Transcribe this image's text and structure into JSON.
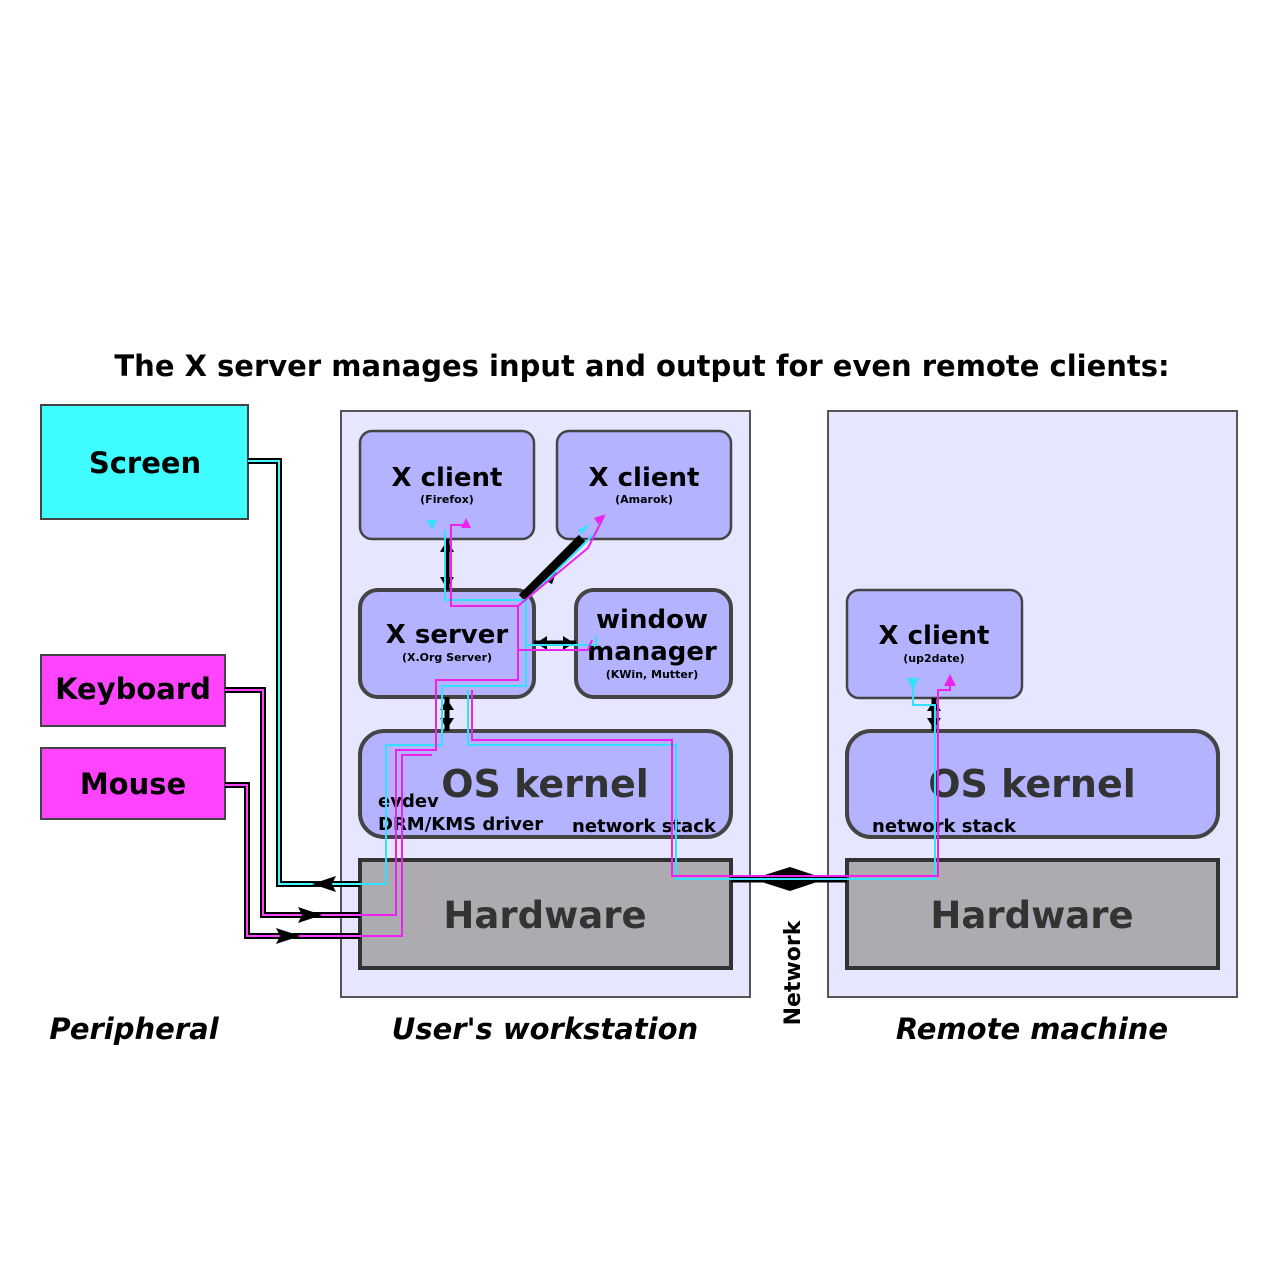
{
  "title": "The X server manages input and output for even remote clients:",
  "peripherals": {
    "screen": "Screen",
    "keyboard": "Keyboard",
    "mouse": "Mouse"
  },
  "workstation": {
    "client_firefox": {
      "label": "X client",
      "sub": "(Firefox)"
    },
    "client_amarok": {
      "label": "X client",
      "sub": "(Amarok)"
    },
    "xserver": {
      "label": "X server",
      "sub": "(X.Org Server)"
    },
    "wm": {
      "label_line1": "window",
      "label_line2": "manager",
      "sub": "(KWin, Mutter)"
    },
    "kernel": "OS kernel",
    "evdev": "evdev",
    "drm": "DRM/KMS driver",
    "netstack": "network stack",
    "hardware": "Hardware"
  },
  "remote": {
    "client": {
      "label": "X client",
      "sub": "(up2date)"
    },
    "kernel": "OS kernel",
    "netstack": "network stack",
    "hardware": "Hardware"
  },
  "labels": {
    "peripheral": "Peripheral",
    "workstation": "User's workstation",
    "network": "Network",
    "remote": "Remote machine"
  },
  "colors": {
    "screen": "#3ffdff",
    "input": "#ff44ff",
    "box": "#b3b3ff",
    "panel": "#e6e6ff",
    "hardware": "#adabb0",
    "cyan_line": "#33e0ff",
    "magenta_line": "#ee22ee"
  }
}
